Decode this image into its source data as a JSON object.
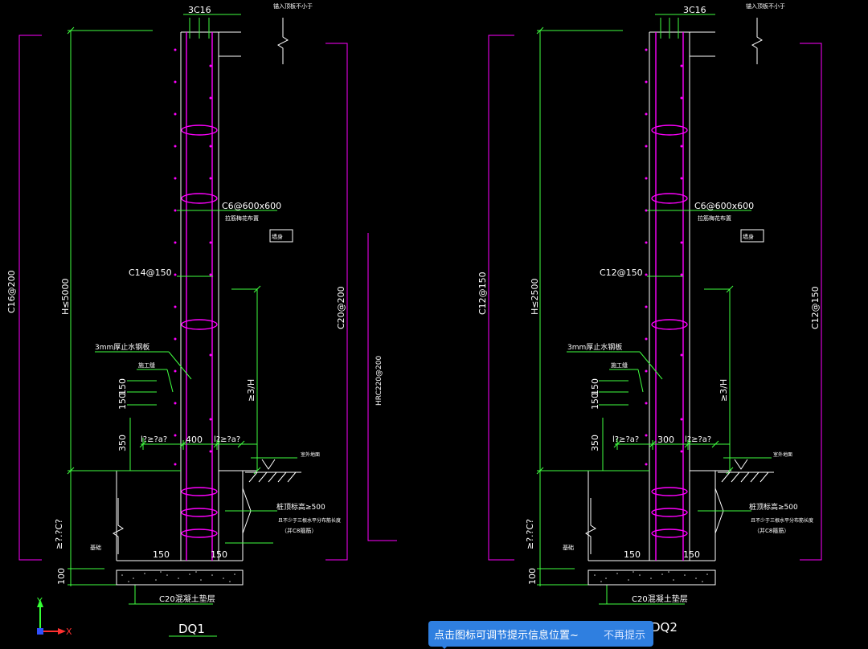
{
  "colors": {
    "background": "#000000",
    "dim": "#40ff40",
    "wall": "#ffffff",
    "rebar": "#ff00ff",
    "text": "#ffffff",
    "toast_bg": "#2f7fe0"
  },
  "ucs": {
    "y_label": "Y",
    "x_label": "X"
  },
  "walls": [
    {
      "name": "DQ1",
      "top_bars": "3C16",
      "top_note": "锚入顶板不小于",
      "inner_rebar": "C6@600x600",
      "inner_rebar_note": "拉筋梅花布置",
      "box_label": "墙身",
      "vert_rebar": "C14@150",
      "height": "H≤5000",
      "outer_left": "C16@200",
      "outer_right": "C20@200",
      "far_right": "HRC220@200",
      "waterstop": "3mm厚止水钢板",
      "joint": "施工缝",
      "dim_150a": "150",
      "dim_150b": "150",
      "dim_350": "350",
      "dim_h3": "≥3/H",
      "la_left": "l?≥?a?",
      "la_right": "l?≥?a?",
      "thickness": "400",
      "ground": "室外地面",
      "pile_note": "桩顶标高≥500",
      "pile_note2": "且不少于三根水平分布筋长度",
      "pile_note3": "（并C8箍筋）",
      "base_dim": "≥?.?C?",
      "base_break": "基础",
      "foot_left": "150",
      "foot_right": "150",
      "bottom_100": "100",
      "cushion": "C20混凝土垫层"
    },
    {
      "name": "DQ2",
      "top_bars": "3C16",
      "top_note": "锚入顶板不小于",
      "inner_rebar": "C6@600x600",
      "inner_rebar_note": "拉筋梅花布置",
      "box_label": "墙身",
      "vert_rebar": "C12@150",
      "height": "H≤2500",
      "outer_left": "C12@150",
      "outer_right": "C12@150",
      "far_right": "",
      "waterstop": "3mm厚止水钢板",
      "joint": "施工缝",
      "dim_150a": "150",
      "dim_150b": "150",
      "dim_350": "350",
      "dim_h3": "≥3/H",
      "la_left": "l?≥?a?",
      "la_right": "l?≥?a?",
      "thickness": "300",
      "ground": "室外地面",
      "pile_note": "桩顶标高≥500",
      "pile_note2": "且不少于三根水平分布筋长度",
      "pile_note3": "（并C8箍筋）",
      "base_dim": "≥?.?C?",
      "base_break": "基础",
      "foot_left": "150",
      "foot_right": "150",
      "bottom_100": "100",
      "cushion": "C20混凝土垫层"
    }
  ],
  "toast": {
    "message": "点击图标可调节提示信息位置~",
    "dismiss": "不再提示"
  }
}
